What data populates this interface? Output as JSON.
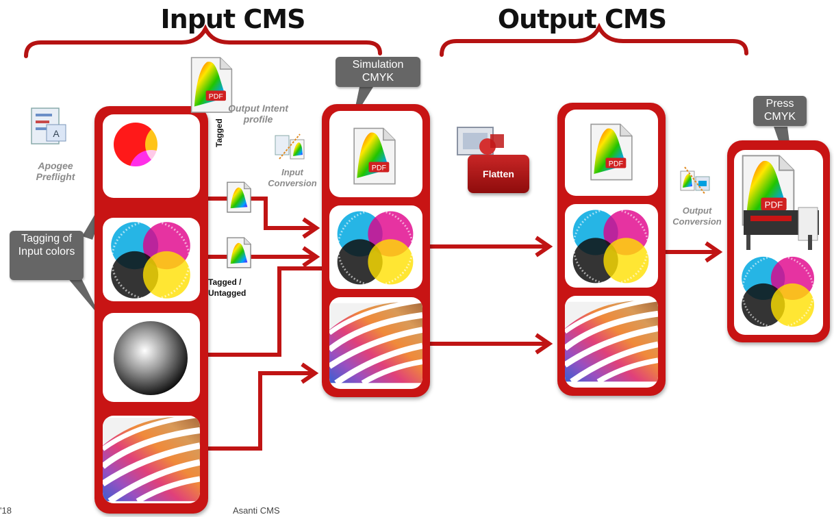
{
  "titles": {
    "input": "Input CMS",
    "output": "Output CMS"
  },
  "labels": {
    "apogee_preflight": "Apogee Preflight",
    "output_intent_profile": "Output Intent profile",
    "input_conversion": "Input Conversion",
    "output_conversion": "Output Conversion",
    "tagged": "Tagged",
    "tagged_untagged": "Tagged / Untagged",
    "pdf": "PDF"
  },
  "callouts": {
    "tagging": "Tagging of Input colors",
    "simulation": "Simulation CMYK",
    "press": "Press CMYK"
  },
  "buttons": {
    "flatten": "Flatten"
  },
  "footer": {
    "page_fragment": "'18",
    "caption": "Asanti CMS"
  },
  "colors": {
    "brand_red": "#c81414",
    "callout_gray": "#666666"
  }
}
